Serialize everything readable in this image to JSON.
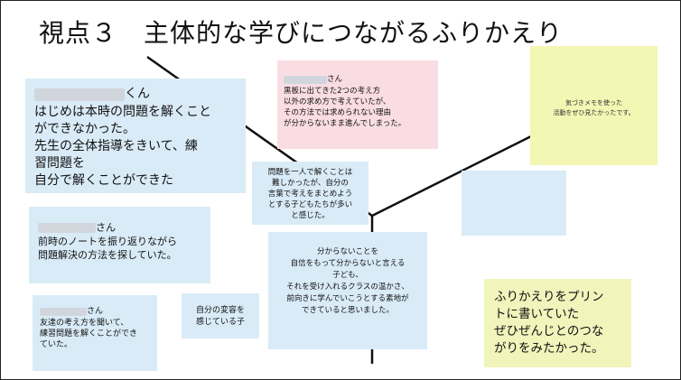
{
  "title": "視点３　主体的な学びにつながるふりかえり",
  "notes": {
    "n1": {
      "name_suffix": "くん",
      "text": "はじめは本時の問題を解くこと\nができなかった。\n先生の全体指導をきいて、練\n習問題を\n自分で解くことができた"
    },
    "n2": {
      "name_suffix": "さん",
      "text": "前時のノートを振り返りながら\n問題解決の方法を探していた。"
    },
    "n3": {
      "name_suffix": "さん",
      "text": "友達の考え方を聞いて、\n練習問題を解くことができ\nていた。"
    },
    "n4": {
      "text": "自分の変容を\n感じている子"
    },
    "n5": {
      "name_suffix": "さん",
      "text": "黒板に出てきた2つの考え方\n以外の求め方で考えていたが、\nその方法では求められない理由\nが分からないまま進んでしまった。"
    },
    "n6": {
      "text": "問題を一人で解くことは\n難しかったが、自分の\n言葉で考えをまとめよう\nとする子どもたちが多い\nと感じた。"
    },
    "n7": {
      "text": "分からないことを\n自信をもって分からないと言える\n子ども、\nそれを受け入れるクラスの温かさ、\n前向きに学んでいこうとする素地が\nできていると思いました。"
    },
    "n8": {
      "text": "気づきメモを使った\n活動をぜひ見たかったです。"
    },
    "n9": {
      "text": ""
    },
    "n10": {
      "text": "ふりかえりをプリン\nトに書いていた\nぜひぜんじとのつな\nがりをみたかった。"
    }
  }
}
